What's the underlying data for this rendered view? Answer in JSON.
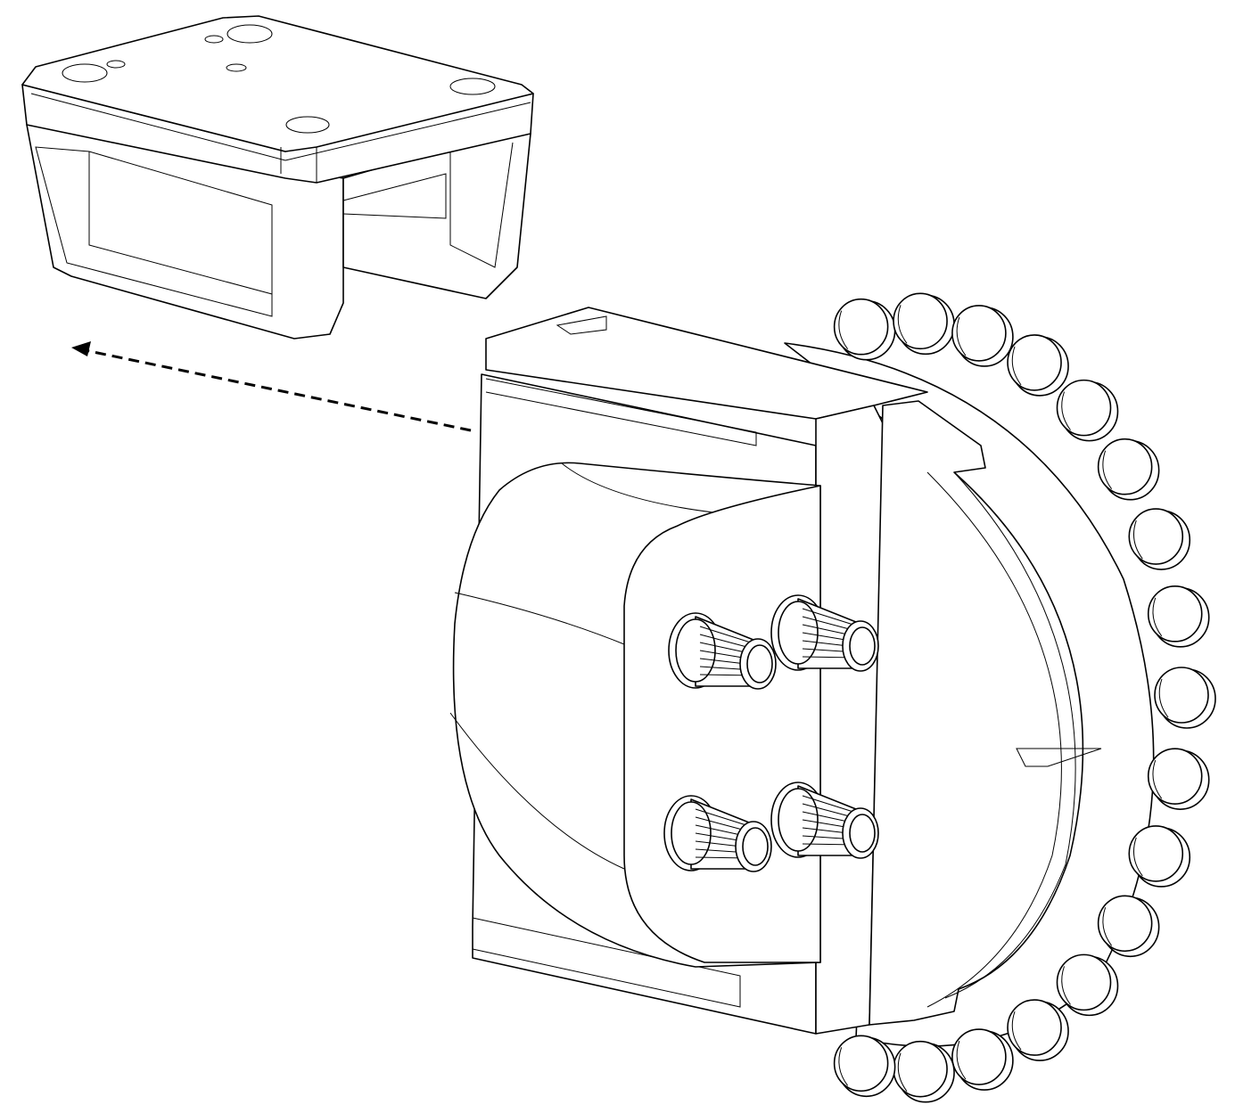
{
  "colors": {
    "stroke": "#000000",
    "background": "#ffffff"
  },
  "figure": {
    "parts": [
      "cap-housing",
      "main-housing",
      "adjustment-knobs",
      "toothed-ring"
    ],
    "knob_count": 4,
    "ring_bump_count": 17
  }
}
